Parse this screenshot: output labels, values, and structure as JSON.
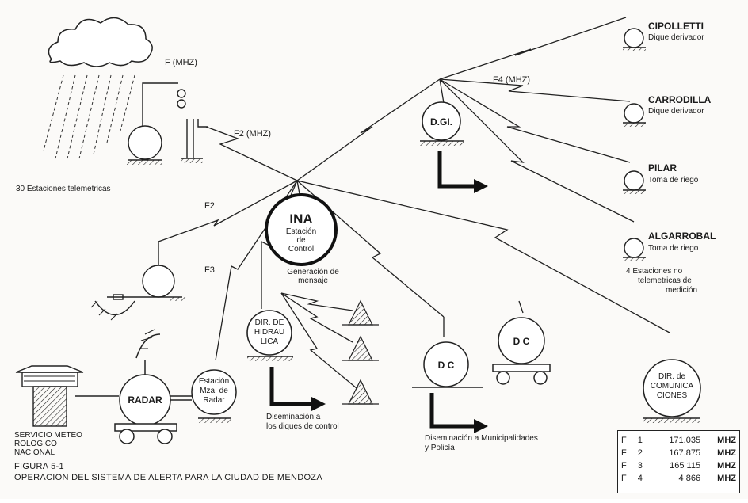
{
  "labels": {
    "f_mhz": "F (MHZ)",
    "f2_mhz": "F2 (MHZ)",
    "f4_mhz": "F4 (MHZ)",
    "f2": "F2",
    "f3": "F3",
    "stations_30": "30 Estaciones telemetricas",
    "dgi": "D.GI.",
    "ina": "INA",
    "ina_sub_1": "Estación",
    "ina_sub_2": "de",
    "ina_sub_3": "Control",
    "generation_1": "Generación de",
    "generation_2": "mensaje",
    "dir_hidraulica_1": "DIR. DE",
    "dir_hidraulica_2": "HIDRAU",
    "dir_hidraulica_3": "LICA",
    "dissemination_dams_1": "Diseminación a",
    "dissemination_dams_2": "los diques de control",
    "dc": "D C",
    "dissemination_munis_1": "Diseminación a Municipalidades",
    "dissemination_munis_2": "y Policía",
    "dir_comunicaciones_1": "DIR. de",
    "dir_comunicaciones_2": "COMUNICA",
    "dir_comunicaciones_3": "CIONES",
    "radar": "RADAR",
    "radar_station_1": "Estación",
    "radar_station_2": "Mza. de",
    "radar_station_3": "Radar",
    "smn_1": "SERVICIO METEO",
    "smn_2": "ROLOGICO",
    "smn_3": "NACIONAL",
    "non_telemetric_1": "4 Estaciones no",
    "non_telemetric_2": "telemetricas de",
    "non_telemetric_3": "medición"
  },
  "remote_stations": [
    {
      "name": "CIPOLLETTI",
      "type": "Dique derivador"
    },
    {
      "name": "CARRODILLA",
      "type": "Dique derivador"
    },
    {
      "name": "PILAR",
      "type": "Toma de riego"
    },
    {
      "name": "ALGARROBAL",
      "type": "Toma de riego"
    }
  ],
  "figure": {
    "number": "FIGURA 5-1",
    "title": "OPERACION DEL SISTEMA DE ALERTA PARA LA CIUDAD DE MENDOZA"
  },
  "frequency_table": [
    {
      "label": "F",
      "index": "1",
      "value": "171.035",
      "unit": "MHZ"
    },
    {
      "label": "F",
      "index": "2",
      "value": "167.875",
      "unit": "MHZ"
    },
    {
      "label": "F",
      "index": "3",
      "value": "165 115",
      "unit": "MHZ"
    },
    {
      "label": "F",
      "index": "4",
      "value": "4 866",
      "unit": "MHZ"
    }
  ]
}
